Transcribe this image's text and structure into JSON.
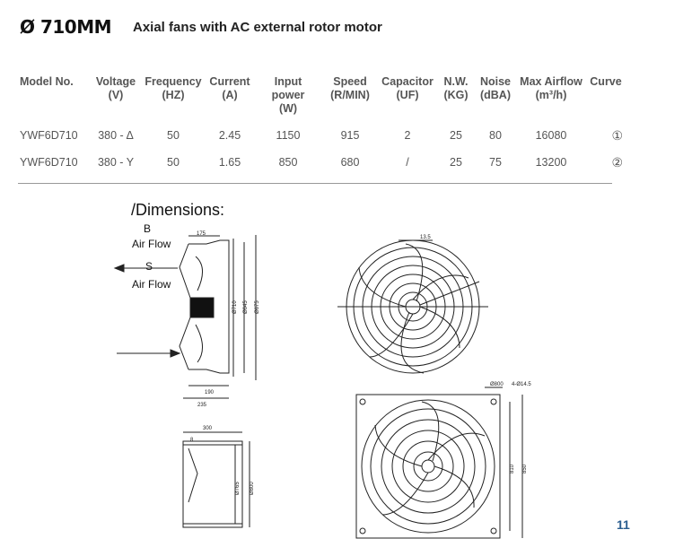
{
  "header": {
    "title": "Ø 710MM",
    "subtitle": "Axial fans with AC external rotor motor"
  },
  "table": {
    "columns": [
      {
        "line1": "Model No.",
        "line2": ""
      },
      {
        "line1": "Voltage",
        "line2": "(V)"
      },
      {
        "line1": "Frequency",
        "line2": "(HZ)"
      },
      {
        "line1": "Current",
        "line2": "(A)"
      },
      {
        "line1": "Input power",
        "line2": "(W)"
      },
      {
        "line1": "Speed",
        "line2": "(R/MIN)"
      },
      {
        "line1": "Capacitor",
        "line2": "(UF)"
      },
      {
        "line1": "N.W.",
        "line2": "(KG)"
      },
      {
        "line1": "Noise",
        "line2": "(dBA)"
      },
      {
        "line1": "Max Airflow",
        "line2": "(m³/h)"
      },
      {
        "line1": "Curve",
        "line2": ""
      }
    ],
    "rows": [
      [
        "YWF6D710",
        "380 - Δ",
        "50",
        "2.45",
        "1150",
        "915",
        "2",
        "25",
        "80",
        "16080",
        "①"
      ],
      [
        "YWF6D710",
        "380 - Y",
        "50",
        "1.65",
        "850",
        "680",
        "/",
        "25",
        "75",
        "13200",
        "②"
      ]
    ]
  },
  "dimensions": {
    "title": "/Dimensions:",
    "airflow_b_letter": "B",
    "airflow_b_text": "Air Flow",
    "airflow_s_letter": "S",
    "airflow_s_text": "Air Flow",
    "side_top": "175",
    "side_d1": "Ø710",
    "side_d2": "Ø645",
    "side_d3": "Ø675",
    "side_bottom1": "190",
    "side_bottom2": "235",
    "front_top": "13.5",
    "duct_top": "300",
    "duct_side": "8",
    "duct_d1": "Ø765",
    "duct_d2": "Ø800",
    "panel_d": "Ø800",
    "panel_holes": "4-Ø14.5",
    "panel_w1": "810",
    "panel_w2": "850"
  },
  "page_number": "11"
}
